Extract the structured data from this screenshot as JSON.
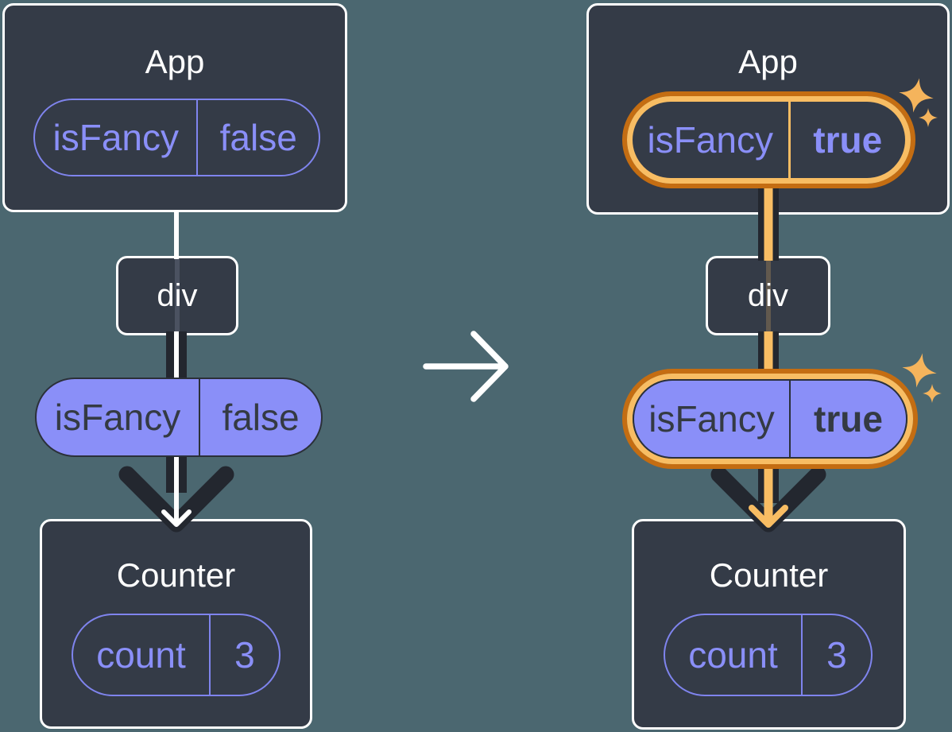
{
  "diagram_title": "isFancy prop passed from App through div to Counter, before and after toggling",
  "panels": {
    "before": {
      "app_title": "App",
      "app_prop_name": "isFancy",
      "app_prop_value": "false",
      "div_title": "div",
      "passed_prop_name": "isFancy",
      "passed_prop_value": "false",
      "counter_title": "Counter",
      "state_name": "count",
      "state_value": "3"
    },
    "after": {
      "app_title": "App",
      "app_prop_name": "isFancy",
      "app_prop_value": "true",
      "div_title": "div",
      "passed_prop_name": "isFancy",
      "passed_prop_value": "true",
      "counter_title": "Counter",
      "state_name": "count",
      "state_value": "3"
    }
  },
  "icons": {
    "transition": "arrow-right-icon",
    "flow": "arrow-down-icon",
    "highlight": "sparkle-icon"
  },
  "colors": {
    "background": "#4B6770",
    "box_fill": "#343B47",
    "box_border": "#FFFFFF",
    "purple": "#8A8FF8",
    "purple_outline": "#7F84EE",
    "dark_pill_text": "#343A43",
    "cable_dark": "#23272F",
    "highlight_orange_outer": "#C46D12",
    "highlight_orange_inner": "#F8BD63",
    "sparkle": "#F5B45C",
    "white": "#FFFFFF"
  }
}
